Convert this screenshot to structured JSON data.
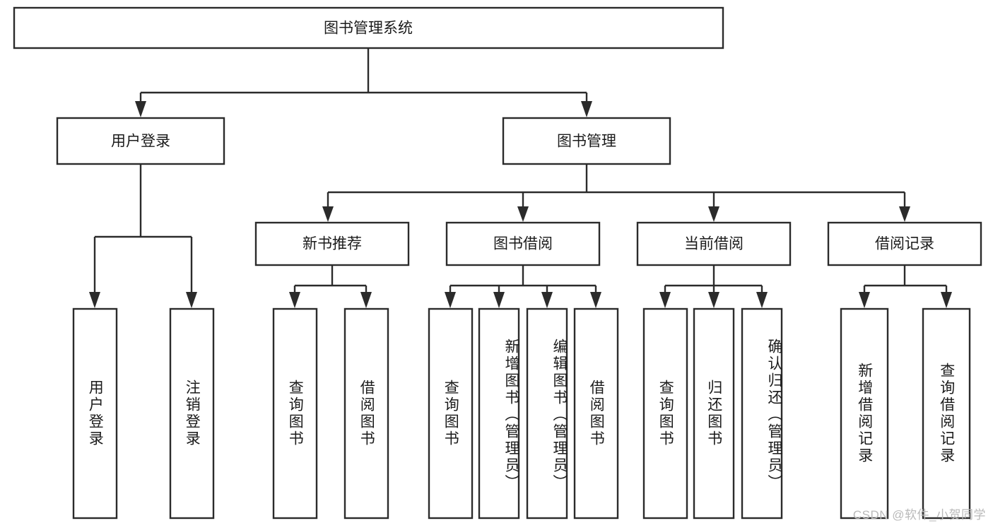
{
  "diagram": {
    "type": "hierarchy-tree",
    "title": "图书管理系统",
    "watermark": "CSDN @软件_小贺同学",
    "colors": {
      "box_stroke": "#2b2b2b",
      "box_fill": "#ffffff",
      "text": "#1b1b1b",
      "background": "#ffffff",
      "watermark": "#b9b9b9"
    },
    "root": {
      "label": "图书管理系统"
    },
    "level2": [
      {
        "label": "用户登录"
      },
      {
        "label": "图书管理"
      }
    ],
    "level3": [
      {
        "label": "新书推荐"
      },
      {
        "label": "图书借阅"
      },
      {
        "label": "当前借阅"
      },
      {
        "label": "借阅记录"
      }
    ],
    "leaves": {
      "user_login": [
        {
          "label": "用户登录"
        },
        {
          "label": "注销登录"
        }
      ],
      "new_book_recommend": [
        {
          "label": "查询图书"
        },
        {
          "label": "借阅图书"
        }
      ],
      "book_borrow": [
        {
          "label": "查询图书"
        },
        {
          "label": "新增图书（管理员）"
        },
        {
          "label": "编辑图书（管理员）"
        },
        {
          "label": "借阅图书"
        }
      ],
      "current_borrow": [
        {
          "label": "查询图书"
        },
        {
          "label": "归还图书"
        },
        {
          "label": "确认归还（管理员）"
        }
      ],
      "borrow_record": [
        {
          "label": "新增借阅记录"
        },
        {
          "label": "查询借阅记录"
        }
      ]
    }
  }
}
